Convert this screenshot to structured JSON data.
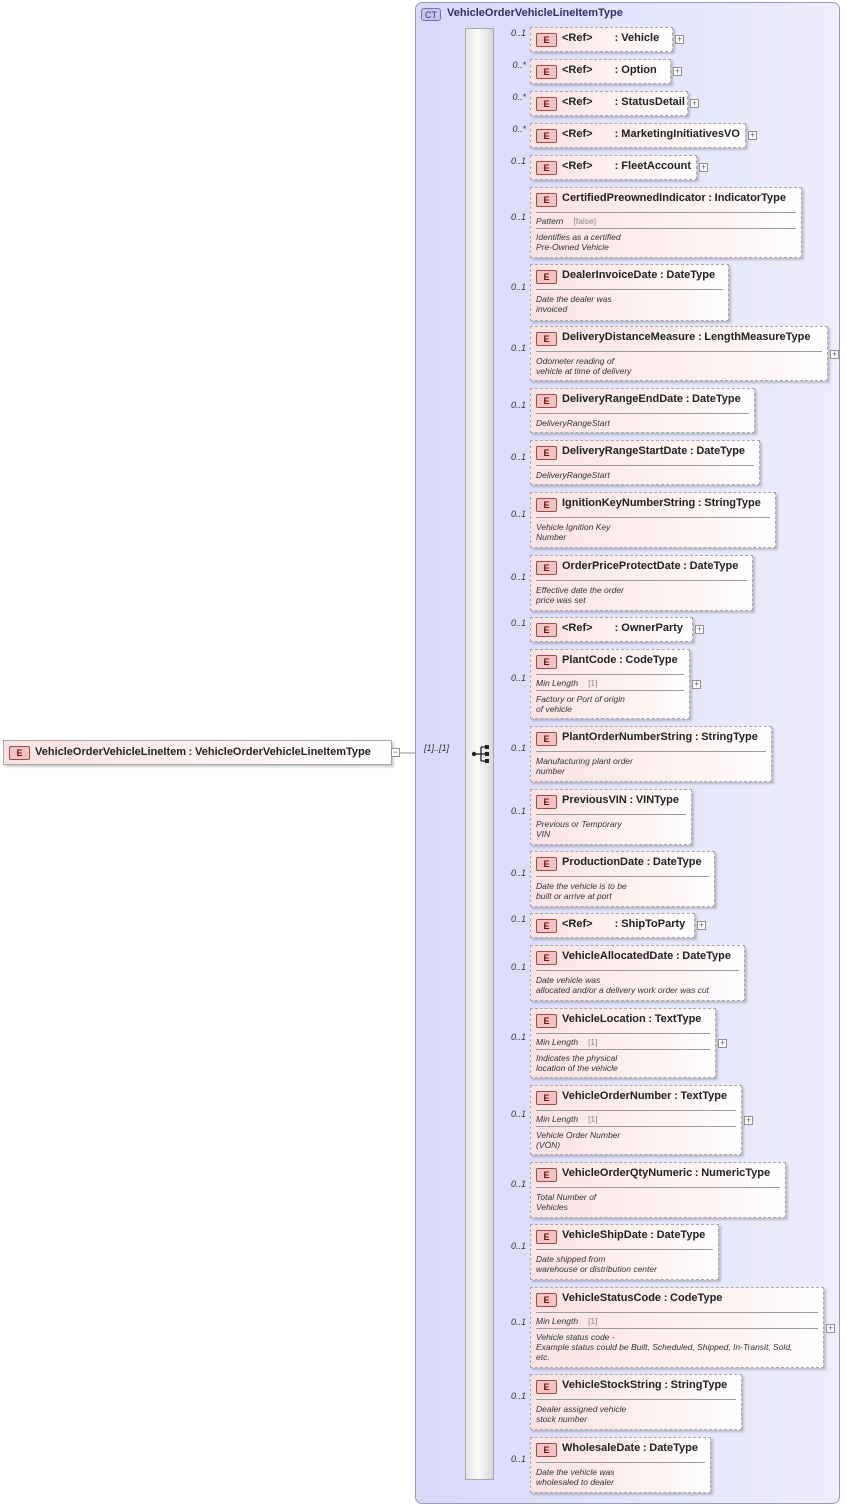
{
  "complex_type": {
    "badge": "CT",
    "name": "VehicleOrderVehicleLineItemType"
  },
  "root": {
    "badge": "E",
    "name": "VehicleOrderVehicleLineItem",
    "type": "VehicleOrderVehicleLineItemType",
    "occurrence": "[1]..[1]"
  },
  "elements": [
    {
      "badge": "E",
      "ref_prefix": "<Ref>",
      "name": "Vehicle",
      "occurrence": "0..1",
      "expandable": true
    },
    {
      "badge": "E",
      "ref_prefix": "<Ref>",
      "name": "Option",
      "occurrence": "0..*",
      "expandable": true
    },
    {
      "badge": "E",
      "ref_prefix": "<Ref>",
      "name": "StatusDetail",
      "occurrence": "0..*",
      "expandable": true
    },
    {
      "badge": "E",
      "ref_prefix": "<Ref>",
      "name": "MarketingInitiativesVO",
      "occurrence": "0..*",
      "expandable": true
    },
    {
      "badge": "E",
      "ref_prefix": "<Ref>",
      "name": "FleetAccount",
      "occurrence": "0..1",
      "expandable": true
    },
    {
      "badge": "E",
      "name": "CertifiedPreownedIndicator",
      "type": "IndicatorType",
      "occurrence": "0..1",
      "facet_name": "Pattern",
      "facet_value": "[false]",
      "doc": "Identifies as a certified\nPre-Owned Vehicle"
    },
    {
      "badge": "E",
      "name": "DealerInvoiceDate",
      "type": "DateType",
      "occurrence": "0..1",
      "doc": "Date the dealer was\ninvoiced"
    },
    {
      "badge": "E",
      "name": "DeliveryDistanceMeasure",
      "type": "LengthMeasureType",
      "occurrence": "0..1",
      "expandable": true,
      "doc": "Odometer reading of\nvehicle at time of delivery"
    },
    {
      "badge": "E",
      "name": "DeliveryRangeEndDate",
      "type": "DateType",
      "occurrence": "0..1",
      "doc": "DeliveryRangeStart"
    },
    {
      "badge": "E",
      "name": "DeliveryRangeStartDate",
      "type": "DateType",
      "occurrence": "0..1",
      "doc": "DeliveryRangeStart"
    },
    {
      "badge": "E",
      "name": "IgnitionKeyNumberString",
      "type": "StringType",
      "occurrence": "0..1",
      "doc": "Vehicle Ignition Key\nNumber"
    },
    {
      "badge": "E",
      "name": "OrderPriceProtectDate",
      "type": "DateType",
      "occurrence": "0..1",
      "doc": "Effective date the order\nprice was set"
    },
    {
      "badge": "E",
      "ref_prefix": "<Ref>",
      "name": "OwnerParty",
      "occurrence": "0..1",
      "expandable": true
    },
    {
      "badge": "E",
      "name": "PlantCode",
      "type": "CodeType",
      "occurrence": "0..1",
      "expandable": true,
      "facet_name": "Min Length",
      "facet_value": "[1]",
      "doc": "Factory or Port of origin\nof vehicle"
    },
    {
      "badge": "E",
      "name": "PlantOrderNumberString",
      "type": "StringType",
      "occurrence": "0..1",
      "doc": "Manufacturing plant order\nnumber"
    },
    {
      "badge": "E",
      "name": "PreviousVIN",
      "type": "VINType",
      "occurrence": "0..1",
      "doc": "Previous or Temporary\nVIN"
    },
    {
      "badge": "E",
      "name": "ProductionDate",
      "type": "DateType",
      "occurrence": "0..1",
      "doc": "Date the vehicle is to be\nbuilt or arrive at port"
    },
    {
      "badge": "E",
      "ref_prefix": "<Ref>",
      "name": "ShipToParty",
      "occurrence": "0..1",
      "expandable": true
    },
    {
      "badge": "E",
      "name": "VehicleAllocatedDate",
      "type": "DateType",
      "occurrence": "0..1",
      "doc": "Date vehicle was\nallocated and/or a delivery work order was cut"
    },
    {
      "badge": "E",
      "name": "VehicleLocation",
      "type": "TextType",
      "occurrence": "0..1",
      "expandable": true,
      "facet_name": "Min Length",
      "facet_value": "[1]",
      "doc": "Indicates the physical\nlocation of the vehicle"
    },
    {
      "badge": "E",
      "name": "VehicleOrderNumber",
      "type": "TextType",
      "occurrence": "0..1",
      "expandable": true,
      "facet_name": "Min Length",
      "facet_value": "[1]",
      "doc": "Vehicle Order Number\n(VON)"
    },
    {
      "badge": "E",
      "name": "VehicleOrderQtyNumeric",
      "type": "NumericType",
      "occurrence": "0..1",
      "doc": "Total Number of\nVehicles"
    },
    {
      "badge": "E",
      "name": "VehicleShipDate",
      "type": "DateType",
      "occurrence": "0..1",
      "doc": "Date shipped from\nwarehouse or distribution center"
    },
    {
      "badge": "E",
      "name": "VehicleStatusCode",
      "type": "CodeType",
      "occurrence": "0..1",
      "expandable": true,
      "facet_name": "Min Length",
      "facet_value": "[1]",
      "doc": "Vehicle status code -\n    Example status could be Built, Scheduled, Shipped, In-Transit, Sold,\netc."
    },
    {
      "badge": "E",
      "name": "VehicleStockString",
      "type": "StringType",
      "occurrence": "0..1",
      "doc": "Dealer assigned vehicle\nstock number"
    },
    {
      "badge": "E",
      "name": "WholesaleDate",
      "type": "DateType",
      "occurrence": "0..1",
      "doc": "Date the vehicle was\nwholesaled to dealer"
    }
  ]
}
